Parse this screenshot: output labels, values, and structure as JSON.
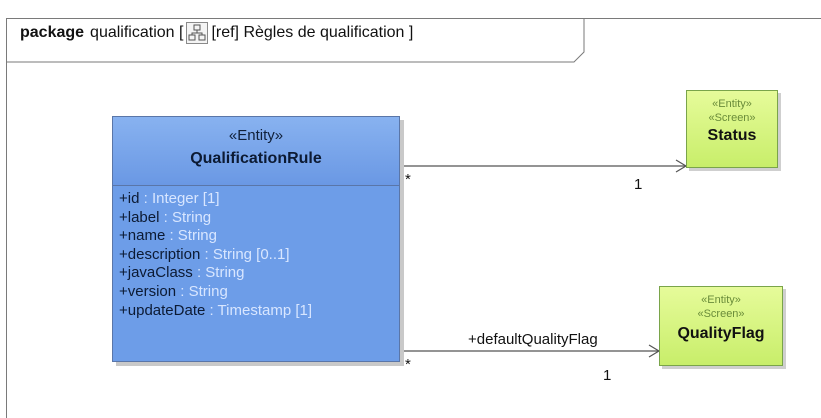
{
  "package": {
    "keyword": "package",
    "name": "qualification [",
    "ref_label": "[ref] Règles de qualification ]",
    "icon": "diagram-icon"
  },
  "classes": {
    "qualification_rule": {
      "stereotype": "«Entity»",
      "name": "QualificationRule",
      "attributes": [
        {
          "name": "+id",
          "type": " : Integer [1]"
        },
        {
          "name": "+label",
          "type": " : String"
        },
        {
          "name": "+name",
          "type": " : String"
        },
        {
          "name": "+description",
          "type": " : String [0..1]"
        },
        {
          "name": "+javaClass",
          "type": " : String"
        },
        {
          "name": "+version",
          "type": " : String"
        },
        {
          "name": "+updateDate",
          "type": " : Timestamp [1]"
        }
      ]
    },
    "status": {
      "stereotypes": [
        "«Entity»",
        "«Screen»"
      ],
      "name": "Status"
    },
    "quality_flag": {
      "stereotypes": [
        "«Entity»",
        "«Screen»"
      ],
      "name": "QualityFlag"
    }
  },
  "associations": [
    {
      "source_mult": "*",
      "target_mult": "1",
      "role": ""
    },
    {
      "source_mult": "*",
      "target_mult": "1",
      "role": "+defaultQualityFlag"
    }
  ],
  "colors": {
    "entity_fill": "#6d9de8",
    "screen_fill": "#d4f27e",
    "line": "#555555"
  }
}
